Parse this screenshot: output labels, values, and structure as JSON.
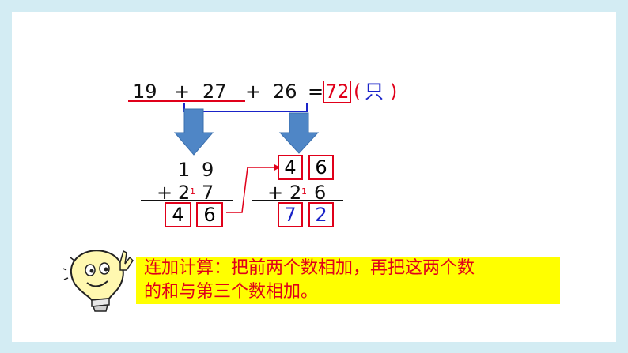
{
  "equation": {
    "term1": "19",
    "op1": "+",
    "term2": "27",
    "op2": "+",
    "term3": "26",
    "eq": "=",
    "result": "72",
    "paren_open": "(",
    "unit": "只",
    "paren_close": ")"
  },
  "step1": {
    "top_d1": "1",
    "top_d2": "9",
    "plus": "+",
    "mid_d1": "2",
    "mid_d2": "7",
    "carry": "1",
    "res_d1": "4",
    "res_d2": "6"
  },
  "step2": {
    "top_d1": "4",
    "top_d2": "6",
    "plus": "+",
    "mid_d1": "2",
    "mid_d2": "6",
    "carry": "1",
    "res_d1": "7",
    "res_d2": "2"
  },
  "note": {
    "line1": "连加计算：把前两个数相加，再把这两个数",
    "line2": "的和与第三个数相加。"
  },
  "colors": {
    "background": "#d3ecf3",
    "red": "#e0001a",
    "blue": "#1a23c8",
    "arrow": "#4f86c6",
    "highlight": "#ffff00"
  }
}
